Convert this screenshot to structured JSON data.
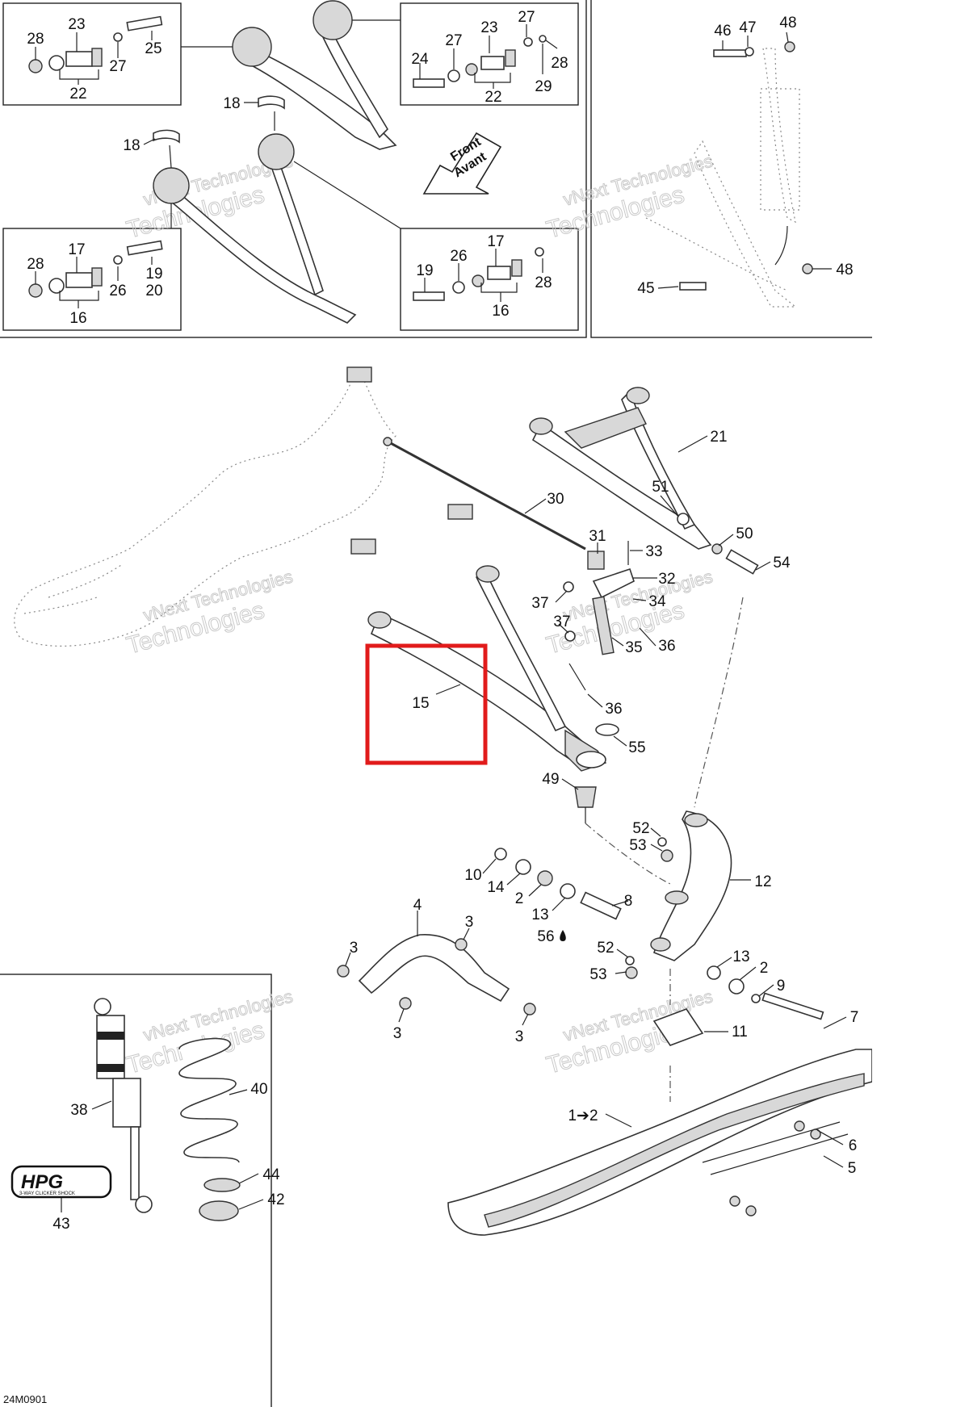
{
  "diagram_id": "24M0901",
  "arrow_text": {
    "line1": "Front",
    "line2": "Avant"
  },
  "watermark": {
    "line1": "vNext Technologies",
    "line2": "Technologies"
  },
  "logo": {
    "text": "HPG",
    "subtext": "3-WAY CLICKER SHOCK"
  },
  "callouts": [
    {
      "id": "c1",
      "text": "28"
    },
    {
      "id": "c2",
      "text": "23"
    },
    {
      "id": "c3",
      "text": "27"
    },
    {
      "id": "c4",
      "text": "25"
    },
    {
      "id": "c5",
      "text": "22"
    },
    {
      "id": "c6",
      "text": "27"
    },
    {
      "id": "c7",
      "text": "23"
    },
    {
      "id": "c8",
      "text": "27"
    },
    {
      "id": "c9",
      "text": "24"
    },
    {
      "id": "c10",
      "text": "28"
    },
    {
      "id": "c11",
      "text": "29"
    },
    {
      "id": "c12",
      "text": "22"
    },
    {
      "id": "c13",
      "text": "18"
    },
    {
      "id": "c14",
      "text": "18"
    },
    {
      "id": "c15",
      "text": "28"
    },
    {
      "id": "c16",
      "text": "17"
    },
    {
      "id": "c17",
      "text": "19"
    },
    {
      "id": "c18",
      "text": "20"
    },
    {
      "id": "c19",
      "text": "26"
    },
    {
      "id": "c20",
      "text": "16"
    },
    {
      "id": "c21",
      "text": "17"
    },
    {
      "id": "c22",
      "text": "26"
    },
    {
      "id": "c23",
      "text": "19"
    },
    {
      "id": "c24",
      "text": "28"
    },
    {
      "id": "c25",
      "text": "16"
    },
    {
      "id": "c26",
      "text": "46"
    },
    {
      "id": "c27",
      "text": "47"
    },
    {
      "id": "c28",
      "text": "48"
    },
    {
      "id": "c29",
      "text": "48"
    },
    {
      "id": "c30",
      "text": "45"
    },
    {
      "id": "c31",
      "text": "21"
    },
    {
      "id": "c32",
      "text": "30"
    },
    {
      "id": "c33",
      "text": "51"
    },
    {
      "id": "c34",
      "text": "50"
    },
    {
      "id": "c35",
      "text": "54"
    },
    {
      "id": "c36",
      "text": "31"
    },
    {
      "id": "c37",
      "text": "33"
    },
    {
      "id": "c38",
      "text": "32"
    },
    {
      "id": "c39",
      "text": "37"
    },
    {
      "id": "c40",
      "text": "34"
    },
    {
      "id": "c41",
      "text": "37"
    },
    {
      "id": "c42",
      "text": "35"
    },
    {
      "id": "c43",
      "text": "36"
    },
    {
      "id": "c44",
      "text": "36"
    },
    {
      "id": "c45",
      "text": "15"
    },
    {
      "id": "c46",
      "text": "55"
    },
    {
      "id": "c47",
      "text": "49"
    },
    {
      "id": "c48",
      "text": "52"
    },
    {
      "id": "c49",
      "text": "53"
    },
    {
      "id": "c50",
      "text": "10"
    },
    {
      "id": "c51",
      "text": "14"
    },
    {
      "id": "c52",
      "text": "12"
    },
    {
      "id": "c53",
      "text": "2"
    },
    {
      "id": "c54",
      "text": "8"
    },
    {
      "id": "c55",
      "text": "13"
    },
    {
      "id": "c56",
      "text": "56"
    },
    {
      "id": "c57",
      "text": "4"
    },
    {
      "id": "c58",
      "text": "3"
    },
    {
      "id": "c59",
      "text": "3"
    },
    {
      "id": "c60",
      "text": "52"
    },
    {
      "id": "c61",
      "text": "13"
    },
    {
      "id": "c62",
      "text": "2"
    },
    {
      "id": "c63",
      "text": "53"
    },
    {
      "id": "c64",
      "text": "9"
    },
    {
      "id": "c65",
      "text": "3"
    },
    {
      "id": "c66",
      "text": "3"
    },
    {
      "id": "c67",
      "text": "7"
    },
    {
      "id": "c68",
      "text": "11"
    },
    {
      "id": "c69",
      "text": "40"
    },
    {
      "id": "c70",
      "text": "38"
    },
    {
      "id": "c71",
      "text": "1➔2"
    },
    {
      "id": "c72",
      "text": "6"
    },
    {
      "id": "c73",
      "text": "5"
    },
    {
      "id": "c74",
      "text": "44"
    },
    {
      "id": "c75",
      "text": "42"
    },
    {
      "id": "c76",
      "text": "43"
    }
  ]
}
